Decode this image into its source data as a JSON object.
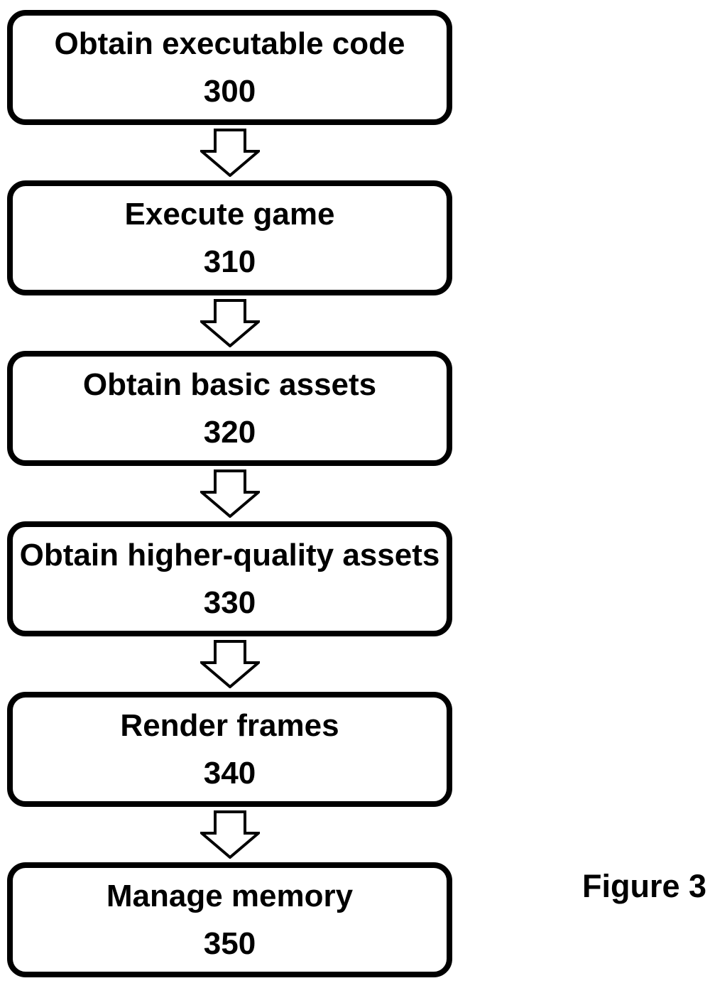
{
  "figure_label": "Figure 3",
  "flowchart": {
    "direction": "top-down",
    "connector_icon": "down-block-arrow",
    "steps": [
      {
        "label": "Obtain executable code",
        "number": "300"
      },
      {
        "label": "Execute game",
        "number": "310"
      },
      {
        "label": "Obtain basic assets",
        "number": "320"
      },
      {
        "label": "Obtain higher-quality assets",
        "number": "330"
      },
      {
        "label": "Render frames",
        "number": "340"
      },
      {
        "label": "Manage memory",
        "number": "350"
      }
    ]
  },
  "colors": {
    "ink": "#000000",
    "paper": "#ffffff"
  }
}
